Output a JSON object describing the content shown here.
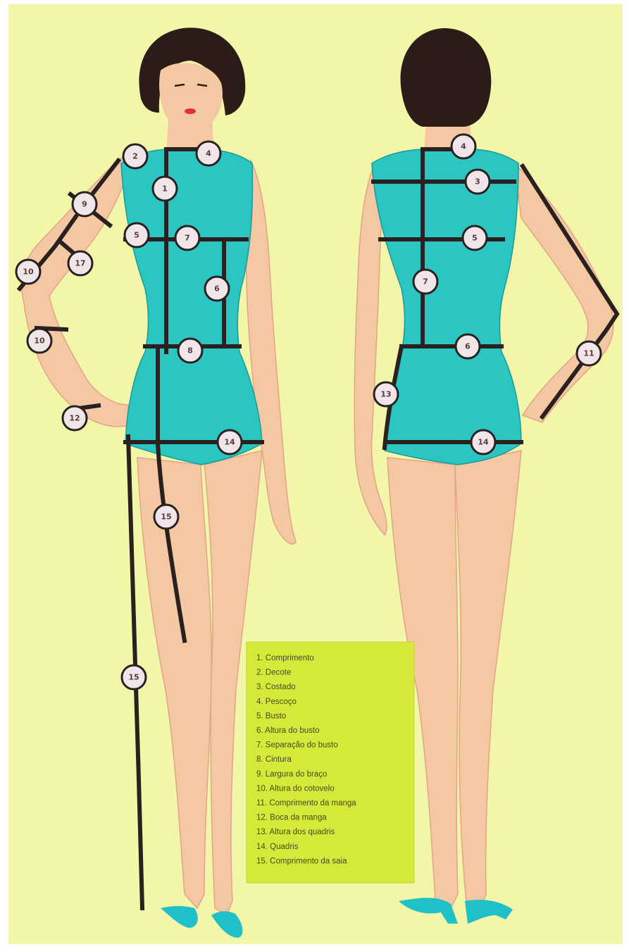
{
  "colors": {
    "page_background": "#f3f5a8",
    "bodysuit": "#2cc6c2",
    "skin": "#f5c8a4",
    "hair": "#2b1c18",
    "measure_line": "#2a2020",
    "badge_fill": "#f0e6ea",
    "legend_box": "#d6e83a",
    "shoes": "#1fc0c8"
  },
  "front_markers": [
    "2",
    "4",
    "1",
    "9",
    "5",
    "7",
    "17",
    "10",
    "6",
    "10",
    "8",
    "12",
    "14",
    "15",
    "15"
  ],
  "back_markers": [
    "4",
    "3",
    "5",
    "7",
    "6",
    "13",
    "11",
    "14"
  ],
  "legend": {
    "items": [
      "1. Comprimento",
      "2. Decote",
      "3. Costado",
      "4. Pescoço",
      "5. Busto",
      "6. Altura do busto",
      "7. Separação do busto",
      "8. Cintura",
      "9. Largura do braço",
      "10. Altura do cotovelo",
      "11. Comprimento da manga",
      "12. Boca da manga",
      "13. Altura dos quadris",
      "14. Quadris",
      "15. Comprimento da saia"
    ]
  }
}
